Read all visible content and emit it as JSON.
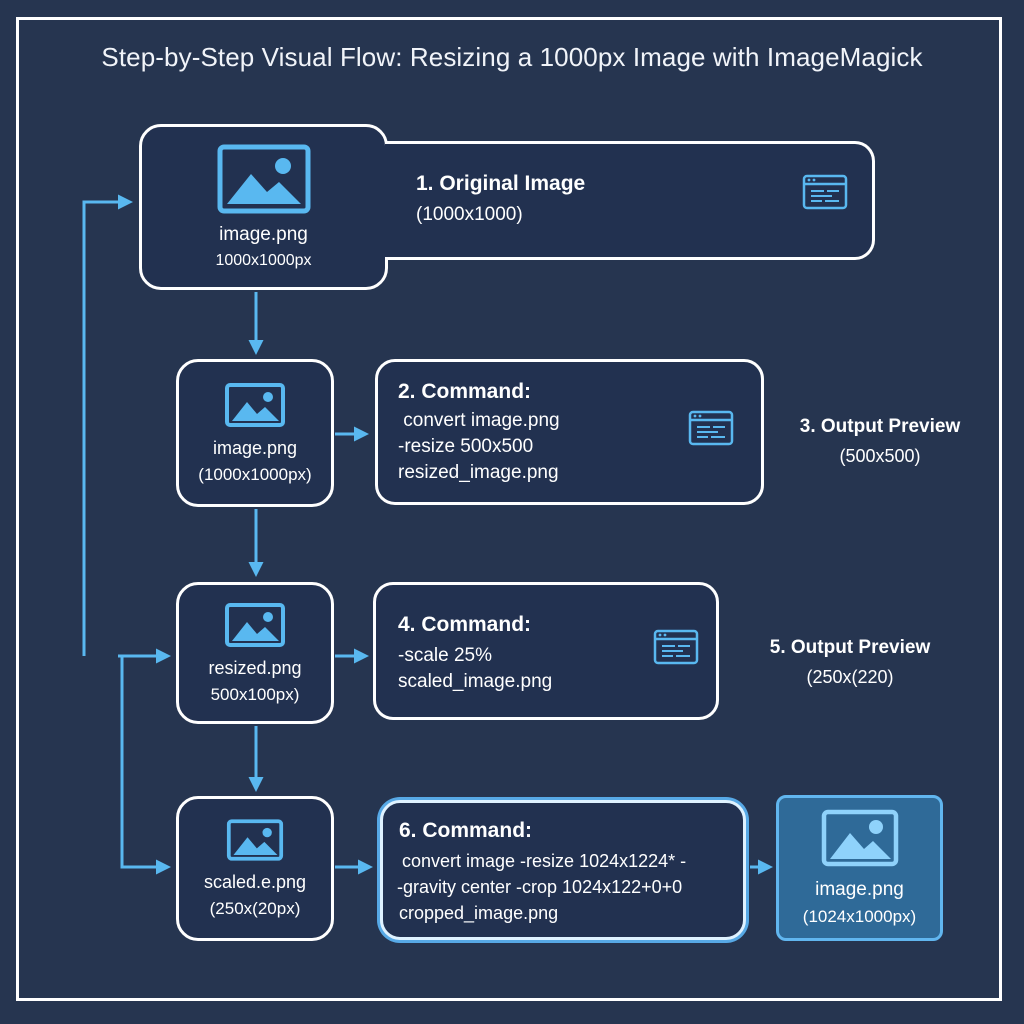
{
  "title": "Step-by-Step Visual Flow: Resizing a 1000px Image with ImageMagick",
  "colors": {
    "background": "#263550",
    "accent": "#59b8f0",
    "output_fill": "#2f6a98"
  },
  "nodes": [
    {
      "icon": "image-icon",
      "label": "image.png",
      "size": "1000x1000px"
    },
    {
      "icon": "image-icon",
      "label": "image.png",
      "size": "(1000x1000px)"
    },
    {
      "icon": "image-icon",
      "label": "resized.png",
      "size": "500x100px)"
    },
    {
      "icon": "image-icon",
      "label": "scaled.e.png",
      "size": "(250x(20px)"
    }
  ],
  "steps": [
    {
      "heading": "1. Original Image",
      "lines": [
        "(1000x1000)"
      ],
      "icon": "terminal-icon"
    },
    {
      "heading": "2. Command:",
      "lines": [
        " convert image.png",
        "-resize 500x500",
        "resized_image.png"
      ],
      "icon": "terminal-icon"
    },
    {
      "heading": "4. Command:",
      "lines": [
        "-scale 25%",
        "scaled_image.png"
      ],
      "icon": "terminal-icon"
    },
    {
      "heading": "6. Command:",
      "lines": [
        " convert image -resize 1024x1224* -",
        "-gravity center -crop 1024x122+0+0",
        "cropped_image.png"
      ]
    }
  ],
  "previews": [
    {
      "heading": "3. Output Preview",
      "size": "(500x500)"
    },
    {
      "heading": "5. Output Preview",
      "size": "(250x(220)"
    }
  ],
  "output": {
    "icon": "image-icon",
    "label": "image.png",
    "size": "(1024x1000px)"
  }
}
